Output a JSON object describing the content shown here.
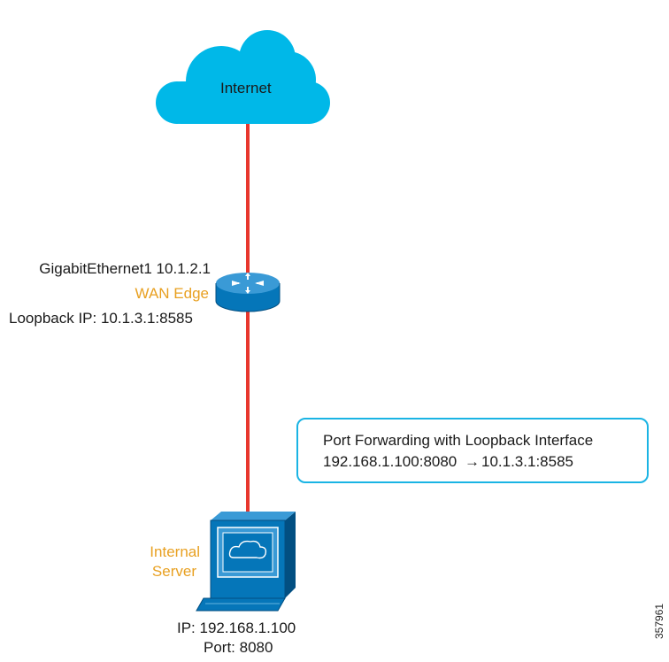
{
  "colors": {
    "link": "#e8372d",
    "cloud": "#00b8e8",
    "device_blue": "#0576b9",
    "device_light": "#63b4e0",
    "orange_label": "#e8a021",
    "callout_border": "#1ab4e4"
  },
  "cloud": {
    "label": "Internet",
    "icon": "cloud-icon"
  },
  "router": {
    "icon": "router-icon",
    "interface_label": "GigabitEthernet1 10.1.2.1",
    "name": "WAN Edge",
    "loopback_label": "Loopback IP: 10.1.3.1:8585"
  },
  "server": {
    "icon": "server-icon",
    "name_line1": "Internal",
    "name_line2": "Server",
    "ip_label": "IP: 192.168.1.100",
    "port_label": "Port: 8080"
  },
  "callout": {
    "title": "Port Forwarding with Loopback Interface",
    "mapping_from": "192.168.1.100:8080",
    "arrow": "→",
    "mapping_to": "10.1.3.1:8585"
  },
  "figure_number": "357961"
}
